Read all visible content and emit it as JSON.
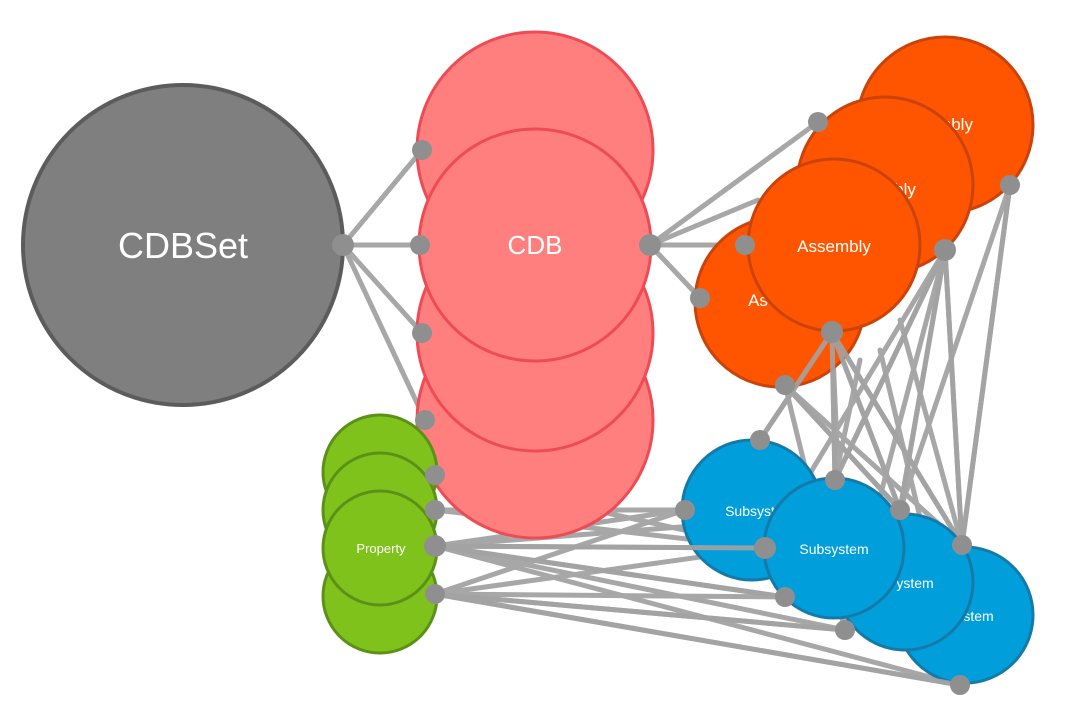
{
  "nodes": {
    "cdbset": {
      "label": "CDBSet",
      "fill": "#7f7f7f",
      "stroke": "#5c5c5c"
    },
    "cdb": {
      "label": "CDB",
      "fill": "#ff7f7f",
      "stroke": "#ee4b55"
    },
    "assembly": {
      "label": "Assembly",
      "partial_labels": [
        "mbly",
        "bly",
        "As"
      ],
      "fill": "#ff5500",
      "stroke": "#c9430b"
    },
    "subsystem": {
      "label": "Subsystem",
      "partial_labels": [
        "Subsyst",
        "ystem",
        "ystem"
      ],
      "fill": "#009fdb",
      "stroke": "#157aa8"
    },
    "property": {
      "label": "Property",
      "fill": "#80c21c",
      "stroke": "#5c9118"
    }
  },
  "connector": {
    "line_color": "#a3a3a3",
    "dot_color": "#8f8f8f"
  }
}
